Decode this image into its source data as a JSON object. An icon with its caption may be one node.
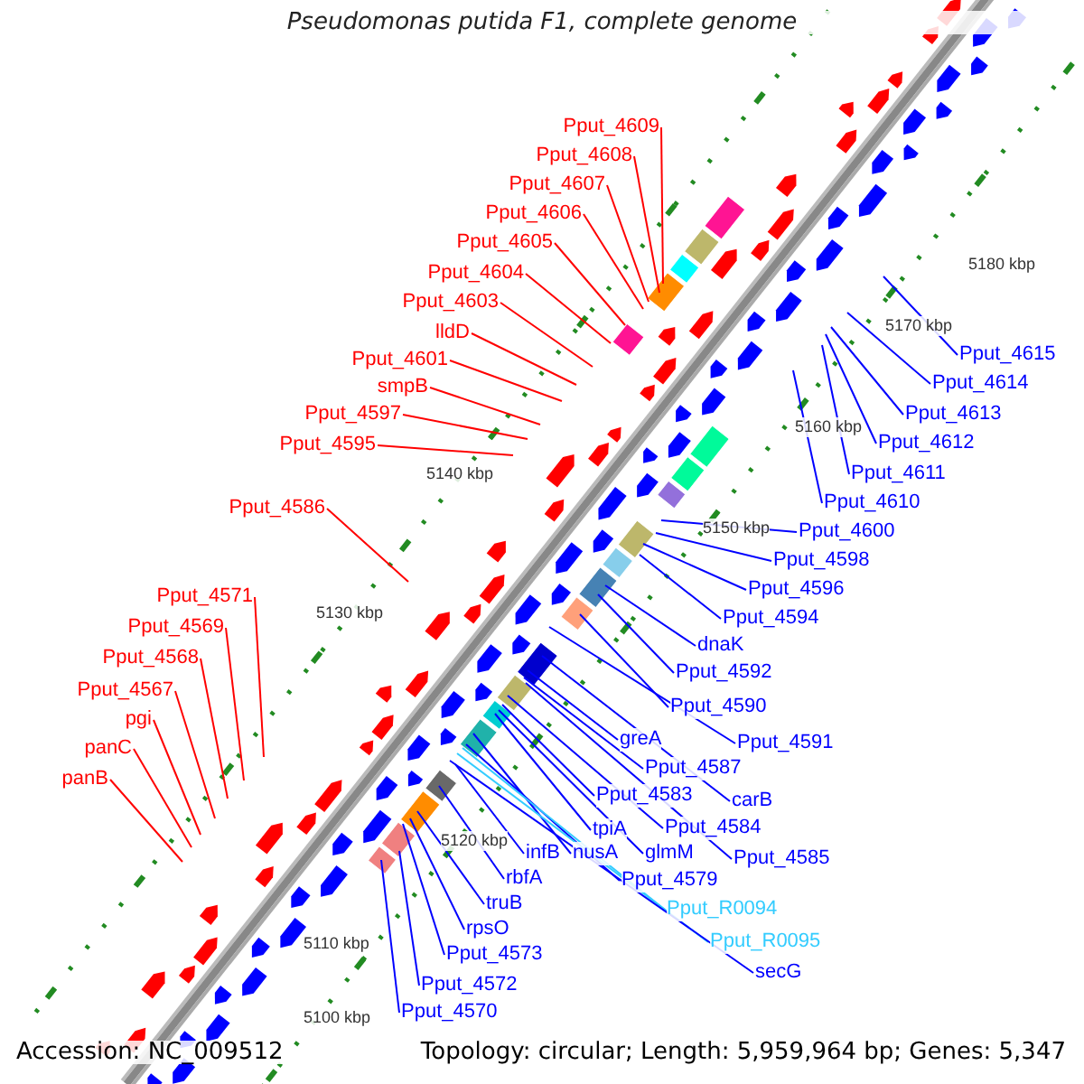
{
  "diagram": {
    "title": "Pseudomonas putida F1, complete genome",
    "nodes": [
      {
        "text": [
          "Pput_4609"
        ]
      },
      {
        "text": [
          "Pput_4608"
        ]
      },
      {
        "text": [
          "Pput_4607"
        ]
      },
      {
        "text": [
          "Pput_4606"
        ]
      },
      {
        "text": [
          "Pput_4605"
        ]
      },
      {
        "text": [
          "Pput_4604"
        ]
      },
      {
        "text": [
          "Pput_4603"
        ]
      },
      {
        "text": [
          "lldD"
        ]
      },
      {
        "text": [
          "Pput_4601"
        ]
      },
      {
        "text": [
          "smpB"
        ]
      },
      {
        "text": [
          "Pput_4597"
        ]
      },
      {
        "text": [
          "Pput_4595"
        ]
      },
      {
        "text": [
          "Pput_4586"
        ]
      },
      {
        "text": [
          "Pput_4571"
        ]
      },
      {
        "text": [
          "Pput_4569"
        ]
      },
      {
        "text": [
          "Pput_4568"
        ]
      },
      {
        "text": [
          "Pput_4567"
        ]
      },
      {
        "text": [
          "pgi"
        ]
      },
      {
        "text": [
          "panC"
        ]
      },
      {
        "text": [
          "panB"
        ]
      },
      {
        "text": [
          "Pput_4615"
        ]
      },
      {
        "text": [
          "Pput_4614"
        ]
      },
      {
        "text": [
          "Pput_4613"
        ]
      },
      {
        "text": [
          "Pput_4612"
        ]
      },
      {
        "text": [
          "Pput_4611"
        ]
      },
      {
        "text": [
          "Pput_4610"
        ]
      },
      {
        "text": [
          "Pput_4600"
        ]
      },
      {
        "text": [
          "Pput_4598"
        ]
      },
      {
        "text": [
          "Pput_4596"
        ]
      },
      {
        "text": [
          "Pput_4594"
        ]
      },
      {
        "text": [
          "dnaK"
        ]
      },
      {
        "text": [
          "Pput_4592"
        ]
      },
      {
        "text": [
          "Pput_4590"
        ]
      },
      {
        "text": [
          "greA"
        ]
      },
      {
        "text": [
          "Pput_4591"
        ]
      },
      {
        "text": [
          "Pput_4587"
        ]
      },
      {
        "text": [
          "Pput_4583"
        ]
      },
      {
        "text": [
          "carB"
        ]
      },
      {
        "text": [
          "Pput_4584"
        ]
      },
      {
        "text": [
          "tpiA"
        ]
      },
      {
        "text": [
          "Pput_4585"
        ]
      },
      {
        "text": [
          "infB"
        ]
      },
      {
        "text": [
          "nusA"
        ]
      },
      {
        "text": [
          "glmM"
        ]
      },
      {
        "text": [
          "rbfA"
        ]
      },
      {
        "text": [
          "Pput_4579"
        ]
      },
      {
        "text": [
          "truB"
        ]
      },
      {
        "text": [
          "Pput_R0094"
        ]
      },
      {
        "text": [
          "rpsO"
        ]
      },
      {
        "text": [
          "Pput_R0095"
        ]
      },
      {
        "text": [
          "Pput_4573"
        ]
      },
      {
        "text": [
          "secG"
        ]
      },
      {
        "text": [
          "Pput_4572"
        ]
      },
      {
        "text": [
          "Pput_4570"
        ]
      }
    ],
    "edges": [
      {
        "from": 0,
        "to": null,
        "arrow": "none",
        "color": "#ff0000"
      },
      {
        "from": 1,
        "to": null,
        "arrow": "none",
        "color": "#ff0000"
      },
      {
        "from": 2,
        "to": null,
        "arrow": "none",
        "color": "#ff0000"
      },
      {
        "from": 3,
        "to": null,
        "arrow": "none",
        "color": "#ff0000"
      },
      {
        "from": 4,
        "to": null,
        "arrow": "none",
        "color": "#ff0000"
      },
      {
        "from": 5,
        "to": null,
        "arrow": "none",
        "color": "#ff0000"
      },
      {
        "from": 6,
        "to": null,
        "arrow": "none",
        "color": "#ff0000"
      },
      {
        "from": 7,
        "to": null,
        "arrow": "none",
        "color": "#ff0000"
      },
      {
        "from": 8,
        "to": null,
        "arrow": "none",
        "color": "#ff0000"
      },
      {
        "from": 9,
        "to": null,
        "arrow": "none",
        "color": "#ff0000"
      },
      {
        "from": 10,
        "to": null,
        "arrow": "none",
        "color": "#ff0000"
      },
      {
        "from": 11,
        "to": null,
        "arrow": "none",
        "color": "#ff0000"
      },
      {
        "from": 12,
        "to": null,
        "arrow": "none",
        "color": "#ff0000"
      },
      {
        "from": 13,
        "to": null,
        "arrow": "none",
        "color": "#ff0000"
      },
      {
        "from": 14,
        "to": null,
        "arrow": "none",
        "color": "#ff0000"
      },
      {
        "from": 15,
        "to": null,
        "arrow": "none",
        "color": "#ff0000"
      },
      {
        "from": 16,
        "to": null,
        "arrow": "none",
        "color": "#ff0000"
      },
      {
        "from": 17,
        "to": null,
        "arrow": "none",
        "color": "#ff0000"
      },
      {
        "from": 18,
        "to": null,
        "arrow": "none",
        "color": "#ff0000"
      },
      {
        "from": 19,
        "to": null,
        "arrow": "none",
        "color": "#ff0000"
      },
      {
        "from": 20,
        "to": null,
        "arrow": "none"
      },
      {
        "from": 21,
        "to": null,
        "arrow": "none"
      },
      {
        "from": 22,
        "to": null,
        "arrow": "none"
      },
      {
        "from": 23,
        "to": null,
        "arrow": "none"
      },
      {
        "from": 24,
        "to": null,
        "arrow": "none"
      },
      {
        "from": 25,
        "to": null,
        "arrow": "none"
      },
      {
        "from": 26,
        "to": null,
        "arrow": "none"
      },
      {
        "from": 27,
        "to": null,
        "arrow": "none"
      },
      {
        "from": 28,
        "to": null,
        "arrow": "none"
      },
      {
        "from": 29,
        "to": null,
        "arrow": "none"
      },
      {
        "from": 30,
        "to": null,
        "arrow": "none"
      },
      {
        "from": 31,
        "to": null,
        "arrow": "none"
      },
      {
        "from": 32,
        "to": null,
        "arrow": "none"
      },
      {
        "from": 33,
        "to": null,
        "arrow": "none"
      },
      {
        "from": 34,
        "to": null,
        "arrow": "none"
      },
      {
        "from": 35,
        "to": null,
        "arrow": "none"
      },
      {
        "from": 36,
        "to": null,
        "arrow": "none"
      },
      {
        "from": 37,
        "to": null,
        "arrow": "none"
      },
      {
        "from": 38,
        "to": null,
        "arrow": "none"
      },
      {
        "from": 39,
        "to": null,
        "arrow": "none"
      },
      {
        "from": 40,
        "to": null,
        "arrow": "none"
      },
      {
        "from": 41,
        "to": null,
        "arrow": "none"
      },
      {
        "from": 42,
        "to": null,
        "arrow": "none"
      },
      {
        "from": 43,
        "to": null,
        "arrow": "none"
      },
      {
        "from": 44,
        "to": null,
        "arrow": "none"
      },
      {
        "from": 45,
        "to": null,
        "arrow": "none"
      },
      {
        "from": 46,
        "to": null,
        "arrow": "none"
      },
      {
        "from": 47,
        "to": null,
        "arrow": "none",
        "color": "#33ccff"
      },
      {
        "from": 48,
        "to": null,
        "arrow": "none"
      },
      {
        "from": 49,
        "to": null,
        "arrow": "none",
        "color": "#33ccff"
      },
      {
        "from": 50,
        "to": null,
        "arrow": "none"
      },
      {
        "from": 51,
        "to": null,
        "arrow": "none"
      },
      {
        "from": 52,
        "to": null,
        "arrow": "none"
      },
      {
        "from": 53,
        "to": null,
        "arrow": "none"
      }
    ],
    "labels": [
      "5180 kbp",
      "5170 kbp",
      "5160 kbp",
      "5150 kbp",
      "5140 kbp",
      "5130 kbp",
      "5120 kbp",
      "5110 kbp",
      "5100 kbp",
      "Accession: NC_009512",
      "Topology: circular; Length: 5,959,964 bp; Genes: 5,347"
    ]
  }
}
